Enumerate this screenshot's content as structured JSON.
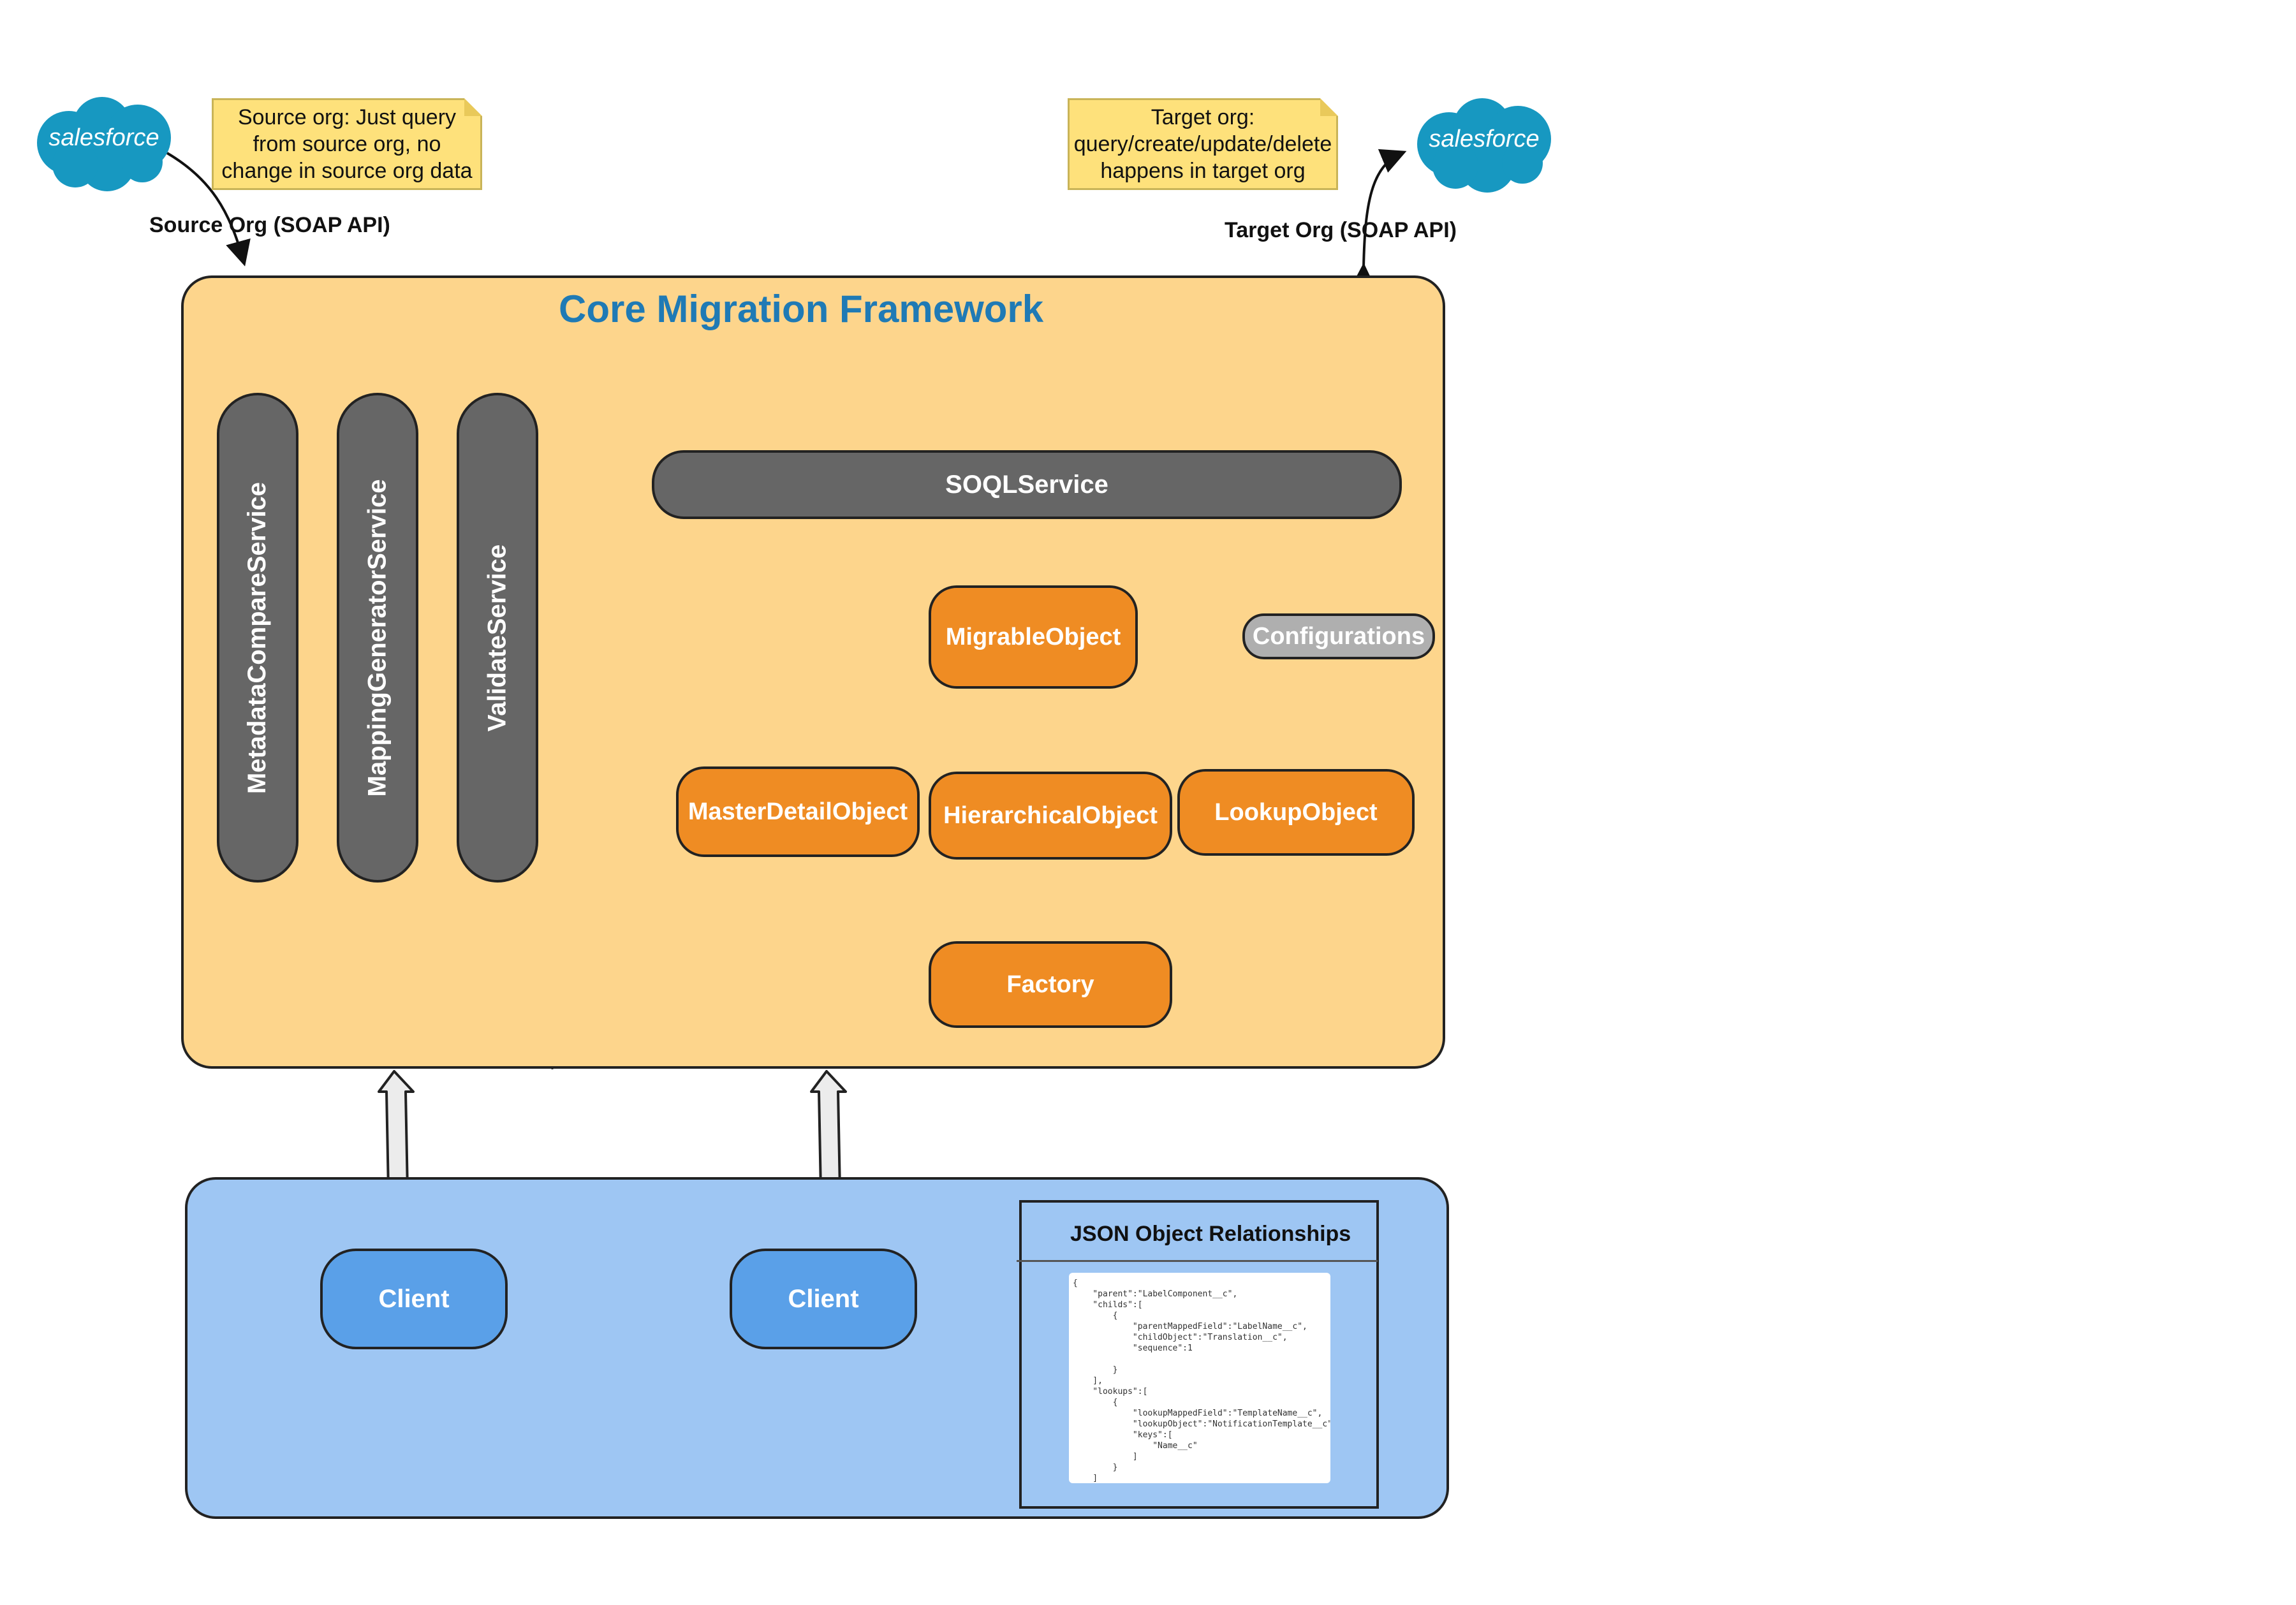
{
  "source": {
    "logo": "salesforce",
    "note": [
      "Source org: Just query",
      "from source org, no",
      "change in source org data"
    ],
    "label": "Source Org (SOAP API)"
  },
  "target": {
    "logo": "salesforce",
    "note": [
      "Target org:",
      "query/create/update/delete",
      "happens in target org"
    ],
    "label": "Target Org (SOAP API)"
  },
  "framework": {
    "title": "Core Migration Framework",
    "services": [
      "MetadataCompareService",
      "MappingGeneratorService",
      "ValidateService"
    ],
    "soql": "SOQLService",
    "migrable": "MigrableObject",
    "configurations": "Configurations",
    "master_detail": "MasterDetailObject",
    "hierarchical": "HierarchicalObject",
    "lookup": "LookupObject",
    "factory": "Factory"
  },
  "clients": {
    "client1": "Client",
    "client2": "Client",
    "json_title": "JSON Object Relationships"
  },
  "json_lines": [
    "{",
    "    \"parent\":\"LabelComponent__c\",",
    "    \"childs\":[",
    "        {",
    "            \"parentMappedField\":\"LabelName__c\",",
    "            \"childObject\":\"Translation__c\",",
    "            \"sequence\":1",
    "",
    "        }",
    "    ],",
    "    \"lookups\":[",
    "        {",
    "            \"lookupMappedField\":\"TemplateName__c\",",
    "            \"lookupObject\":\"NotificationTemplate__c\",",
    "            \"keys\":[",
    "                \"Name__c\"",
    "            ]",
    "        }",
    "    ]",
    "}"
  ],
  "colors": {
    "framework_fill": "#FDD58C",
    "client_panel_fill": "#9EC6F3",
    "title": "#1F7AB5",
    "orange": "#EF8C23",
    "service_gray": "#666666",
    "salesforce_blue": "#1798C1"
  }
}
